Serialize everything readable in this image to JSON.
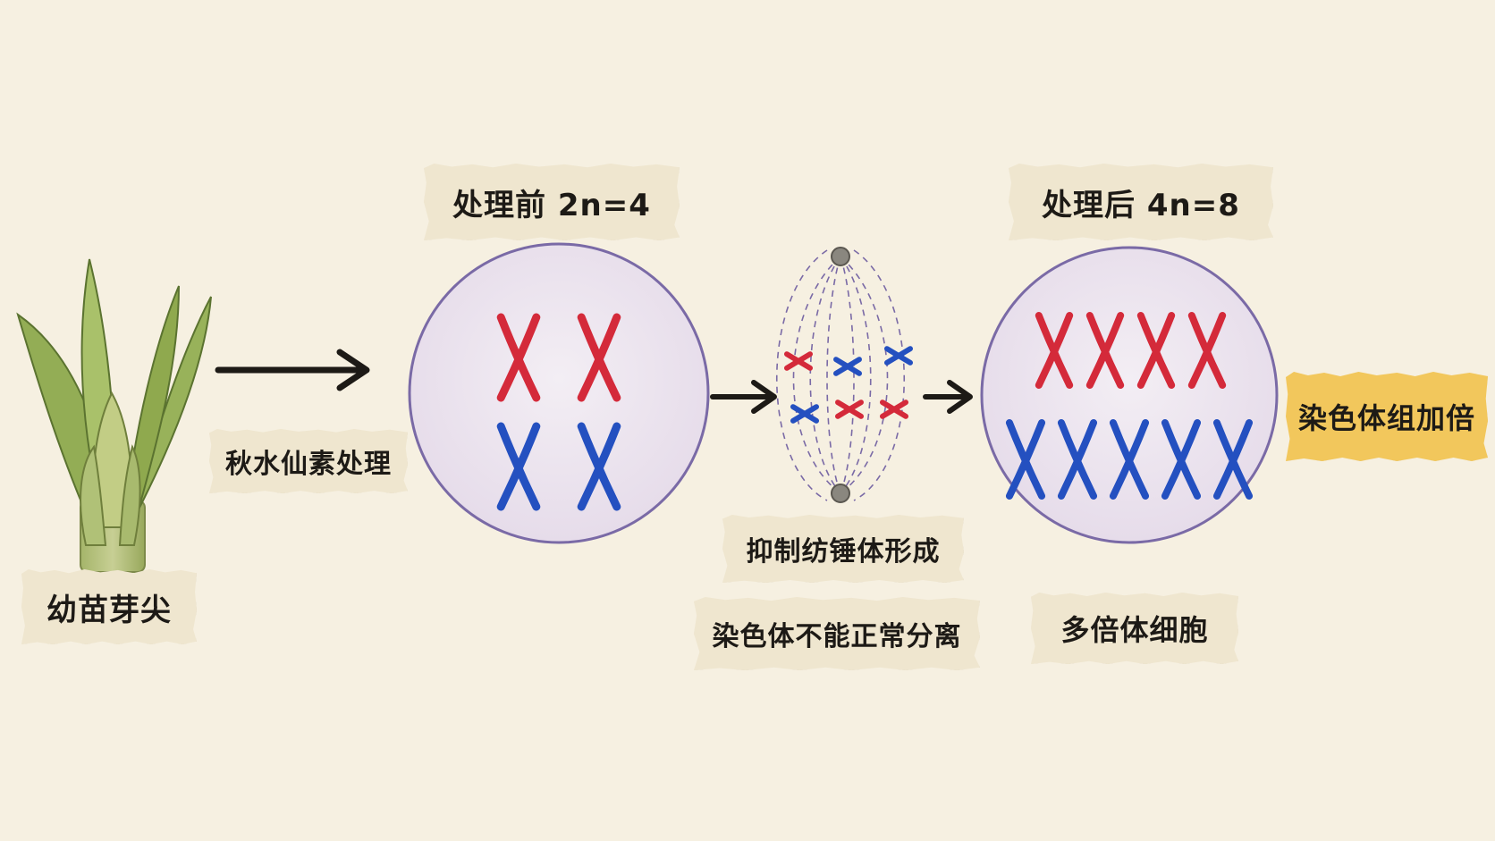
{
  "labels": {
    "seedling": "幼苗芽尖",
    "treatment": "秋水仙素处理",
    "before": "处理前 2n=4",
    "after": "处理后 4n=8",
    "inhibit": "抑制纺锤体形成",
    "no_separation": "染色体不能正常分离",
    "polyploid": "多倍体细胞",
    "doubled": "染色体组加倍"
  },
  "colors": {
    "background": "#f6f0e1",
    "note": "#efe6cf",
    "note_highlight": "#f2c75c",
    "chromosome_red": "#d42a3a",
    "chromosome_blue": "#2450c0",
    "cell_fill": "#ece3ee",
    "cell_border": "#7a6aa6",
    "arrow": "#1d1a16",
    "leaf": "#8aa84a"
  },
  "cells": {
    "before": {
      "red_chromosomes": 2,
      "blue_chromosomes": 2
    },
    "after": {
      "red_chromosomes": 4,
      "blue_chromosomes": 5
    }
  }
}
